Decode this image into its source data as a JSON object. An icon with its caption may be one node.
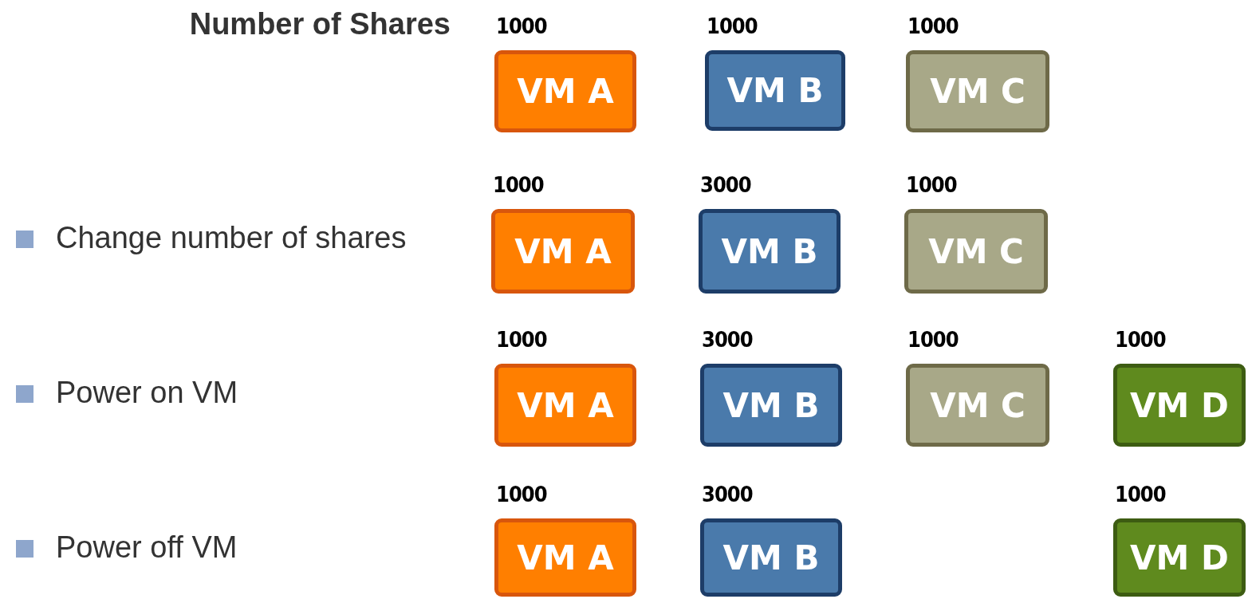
{
  "diagram": {
    "title": "Number of Shares",
    "nodes": [
      {
        "text": [
          "VM A"
        ],
        "beside": [
          "1000"
        ]
      },
      {
        "text": [
          "VM B"
        ],
        "beside": [
          "1000"
        ]
      },
      {
        "text": [
          "VM C"
        ],
        "beside": [
          "1000"
        ]
      },
      {
        "text": [
          "VM A"
        ],
        "beside": [
          "1000"
        ]
      },
      {
        "text": [
          "VM B"
        ],
        "beside": [
          "3000"
        ]
      },
      {
        "text": [
          "VM C"
        ],
        "beside": [
          "1000"
        ]
      },
      {
        "text": [
          "VM A"
        ],
        "beside": [
          "1000"
        ]
      },
      {
        "text": [
          "VM B"
        ],
        "beside": [
          "3000"
        ]
      },
      {
        "text": [
          "VM C"
        ],
        "beside": [
          "1000"
        ]
      },
      {
        "text": [
          "VM D"
        ],
        "beside": [
          "1000"
        ]
      },
      {
        "text": [
          "VM A"
        ],
        "beside": [
          "1000"
        ]
      },
      {
        "text": [
          "VM B"
        ],
        "beside": [
          "3000"
        ]
      },
      {
        "text": [
          "VM D"
        ],
        "beside": [
          "1000"
        ]
      }
    ],
    "labels": [
      "Change number of shares",
      "Power on VM",
      "Power off VM"
    ]
  }
}
